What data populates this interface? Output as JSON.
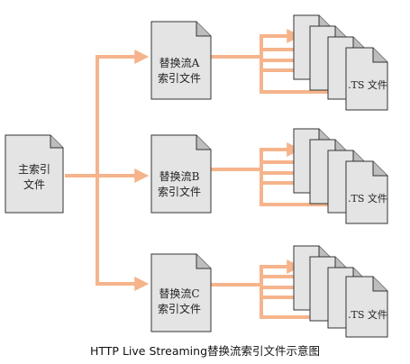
{
  "master": {
    "label_line1": "主索引",
    "label_line2": "文件"
  },
  "streams": [
    {
      "label_line1": "替换流A",
      "label_line2": "索引文件",
      "ts_label": ".TS 文件"
    },
    {
      "label_line1": "替换流B",
      "label_line2": "索引文件",
      "ts_label": ".TS 文件"
    },
    {
      "label_line1": "替换流C",
      "label_line2": "索引文件",
      "ts_label": ".TS 文件"
    }
  ],
  "caption": "HTTP Live Streaming替换流索引文件示意图",
  "colors": {
    "arrow": "#f5b48c",
    "doc_fill": "#e4e4e4",
    "doc_stroke": "#333333"
  }
}
